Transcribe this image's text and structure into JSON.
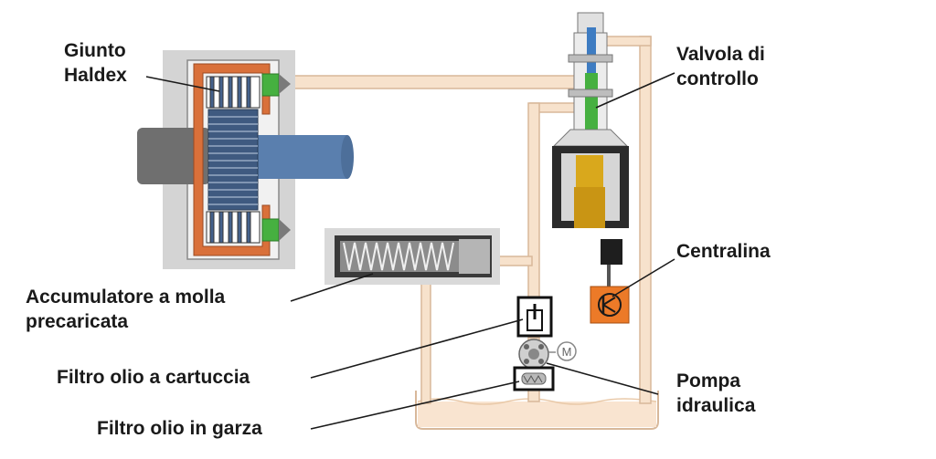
{
  "labels": {
    "giunto": [
      "Giunto",
      "Haldex"
    ],
    "valvola": [
      "Valvola di",
      "controllo"
    ],
    "centralina": "Centralina",
    "accumulatore": [
      "Accumulatore a molla",
      "precaricata"
    ],
    "filtro_cartuccia": "Filtro olio a cartuccia",
    "pompa": [
      "Pompa",
      "idraulica"
    ],
    "filtro_garza": "Filtro olio in garza",
    "motor_symbol": "M"
  },
  "colors": {
    "line": "#f7e2cc",
    "line_edge": "#d8b89a",
    "oil": "#f9e4d0",
    "housing": "#d4d4d4",
    "shaft": "#6f6f6f",
    "clutch_copper": "#d9703a",
    "clutch_blue": "#45628c",
    "green": "#46b040",
    "yellow": "#d9a81c",
    "ecu_orange": "#ec7a28",
    "valve_blue": "#3e7cc2"
  }
}
